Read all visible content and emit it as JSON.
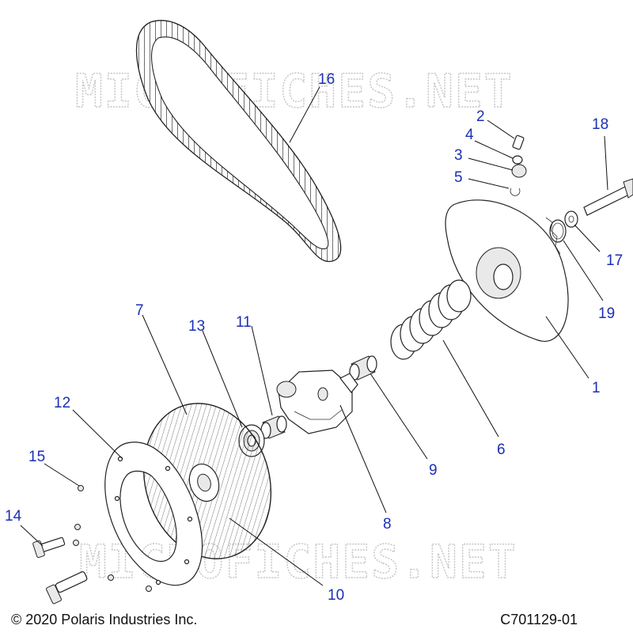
{
  "watermark": "MICROFICHES.NET",
  "footer": {
    "copyright": "© 2020 Polaris Industries Inc.",
    "figure_id": "C701129-01"
  },
  "callouts": {
    "c1": "1",
    "c2": "2",
    "c3": "3",
    "c4": "4",
    "c5": "5",
    "c6": "6",
    "c7": "7",
    "c8": "8",
    "c9": "9",
    "c10": "10",
    "c11": "11",
    "c12": "12",
    "c13": "13",
    "c14": "14",
    "c15": "15",
    "c16": "16",
    "c17": "17",
    "c18": "18",
    "c19": "19"
  },
  "colors": {
    "callout": "#1a2fb8",
    "watermark": "#c4c4c4"
  }
}
